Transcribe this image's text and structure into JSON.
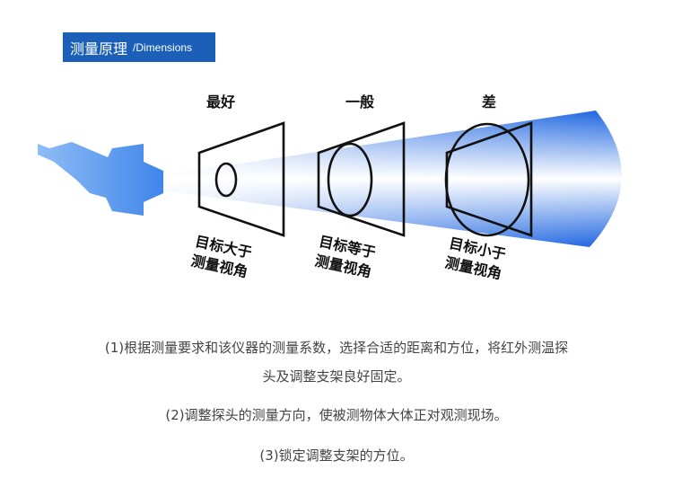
{
  "header": {
    "title_cn": "测量原理",
    "title_en": "/Dimensions"
  },
  "colors": {
    "header_bg": "#1b5fb9",
    "beam": "#1a63e0"
  },
  "diagram": {
    "cases": [
      {
        "quality": "最好",
        "label_line1": "目标大于",
        "label_line2": "测量视角"
      },
      {
        "quality": "一般",
        "label_line1": "目标等于",
        "label_line2": "测量视角"
      },
      {
        "quality": "差",
        "label_line1": "目标小于",
        "label_line2": "测量视角"
      }
    ]
  },
  "instructions": [
    "(1)根据测量要求和该仪器的测量系数，选择合适的距离和方位，将红外测温探",
    "头及调整支架良好固定。",
    "(2)调整探头的测量方向，使被测物体大体正对观测现场。",
    "(3)锁定调整支架的方位。"
  ]
}
